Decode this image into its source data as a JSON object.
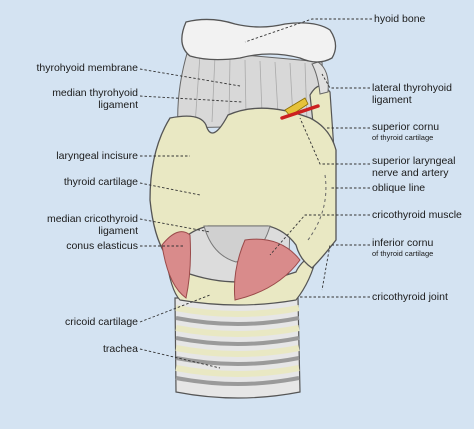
{
  "labels": {
    "hyoid_bone": "hyoid bone",
    "thyrohyoid_membrane": "thyrohyoid membrane",
    "median_thyrohyoid_ligament_1": "median thyrohyoid",
    "median_thyrohyoid_ligament_2": "ligament",
    "lateral_thyrohyoid_ligament_1": "lateral thyrohyoid",
    "lateral_thyrohyoid_ligament_2": "ligament",
    "superior_cornu": "superior cornu",
    "superior_cornu_sub": "of thyroid cartilage",
    "laryngeal_incisure": "laryngeal incisure",
    "superior_laryngeal_1": "superior laryngeal",
    "superior_laryngeal_2": "nerve and artery",
    "thyroid_cartilage": "thyroid cartilage",
    "oblique_line": "oblique line",
    "median_cricothyroid_1": "median cricothyroid",
    "median_cricothyroid_2": "ligament",
    "cricothyroid_muscle": "cricothyroid muscle",
    "conus_elasticus": "conus elasticus",
    "inferior_cornu": "inferior cornu",
    "inferior_cornu_sub": "of thyroid cartilage",
    "cricoid_cartilage": "cricoid cartilage",
    "cricothyroid_joint": "cricothyroid joint",
    "trachea": "trachea"
  },
  "colors": {
    "background": "#d4e3f2",
    "cartilage": "#e9e8c3",
    "membrane": "#d9d9d9",
    "bone": "#f2f2f2",
    "muscle": "#d98b8b",
    "nerve": "#e6c23a",
    "artery": "#cc2020"
  }
}
